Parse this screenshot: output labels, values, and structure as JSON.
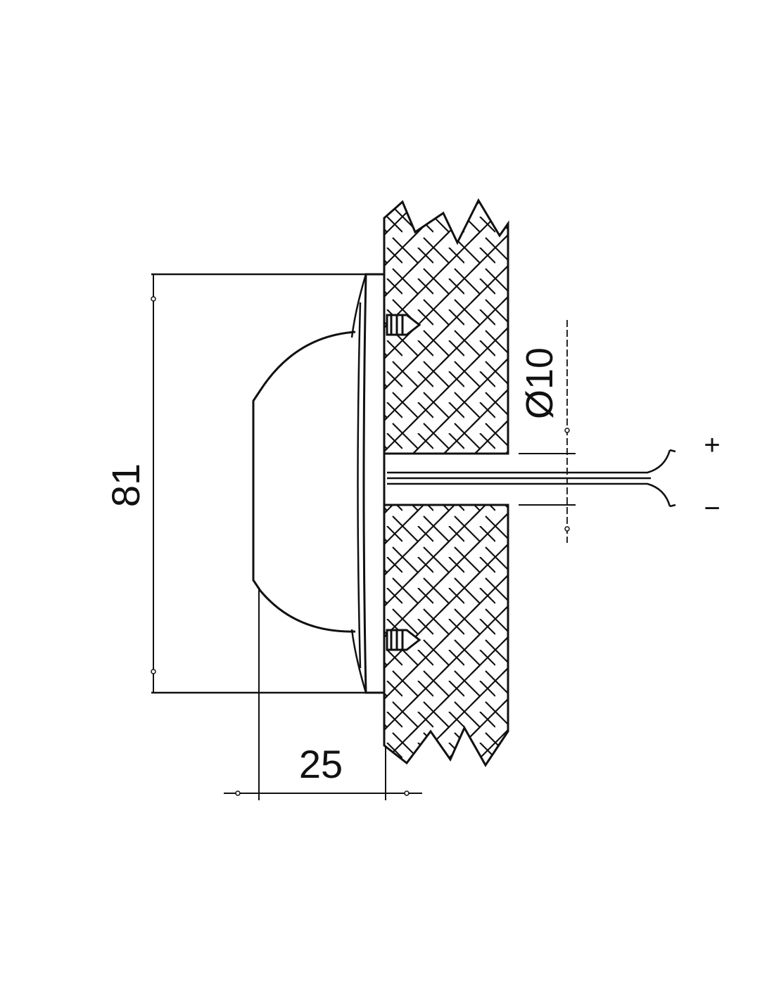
{
  "drawing": {
    "dimensions": {
      "height": "81",
      "depth": "25",
      "hole_diameter": "Ø10"
    },
    "polarity": {
      "positive": "+",
      "negative": "−"
    }
  },
  "colors": {
    "line": "#111111",
    "background": "#ffffff"
  }
}
